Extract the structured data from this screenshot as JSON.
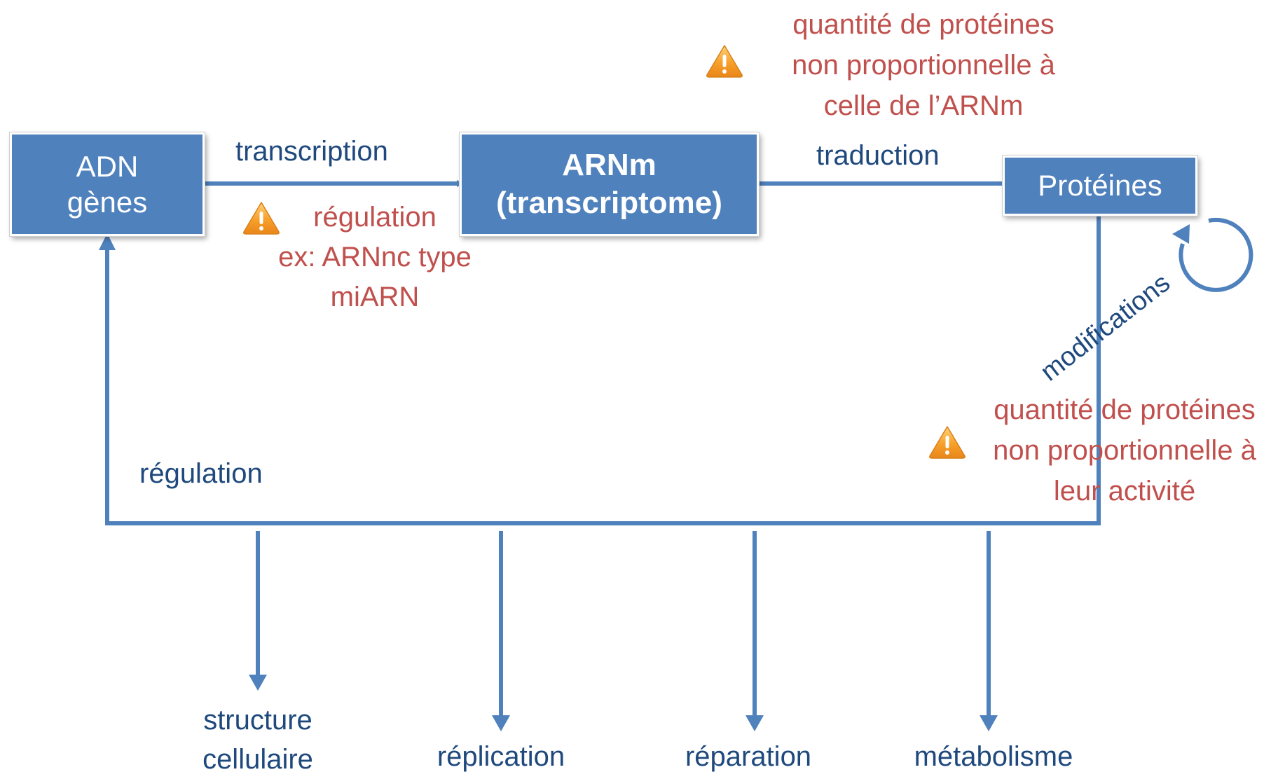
{
  "colors": {
    "box_fill": "#4f81bd",
    "arrow": "#4f81bd",
    "label_blue": "#1f497d",
    "warning_red": "#c0504d",
    "warning_icon": "#f79a1e"
  },
  "nodes": {
    "adn": {
      "line1": "ADN",
      "line2": "gènes"
    },
    "arnm": {
      "line1": "ARNm",
      "line2": "(transcriptome)"
    },
    "proteines": {
      "label": "Protéines"
    }
  },
  "edges": {
    "transcription": "transcription",
    "traduction": "traduction",
    "regulation_feedback": "régulation",
    "modifications": "modifications"
  },
  "warnings": {
    "transcription": {
      "line1": "régulation",
      "line2": "ex: ARNnc type",
      "line3": "miARN",
      "icon": "warning-icon"
    },
    "traduction": {
      "line1": "quantité de protéines",
      "line2": "non proportionnelle à",
      "line3": "celle de l’ARNm",
      "icon": "warning-icon"
    },
    "activite": {
      "line1": "quantité de protéines",
      "line2": "non proportionnelle à",
      "line3": "leur activité",
      "icon": "warning-icon"
    }
  },
  "outputs": {
    "structure": {
      "line1": "structure",
      "line2": "cellulaire"
    },
    "replication": "réplication",
    "reparation": "réparation",
    "metabolisme": "métabolisme"
  }
}
